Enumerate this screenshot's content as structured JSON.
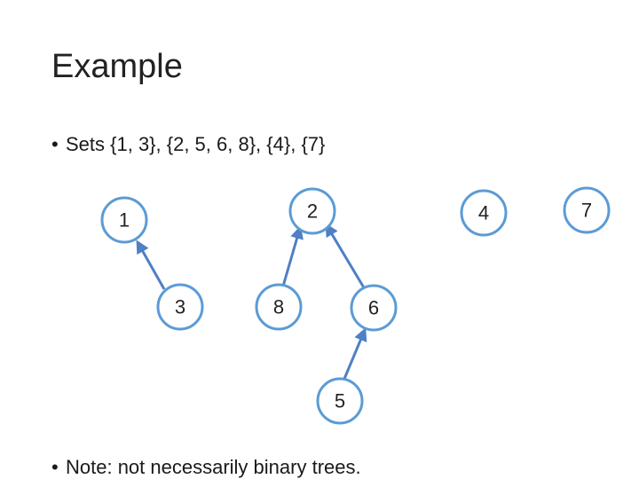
{
  "slide": {
    "title": "Example",
    "bullets": [
      {
        "marker": "•",
        "text": "Sets {1, 3}, {2, 5, 6, 8}, {4}, {7}"
      },
      {
        "marker": "•",
        "text": "Note: not necessarily binary trees."
      }
    ]
  },
  "forest": {
    "node_colors": {
      "stroke": "#5b9bd5",
      "edge": "#4f7fc4"
    },
    "nodes": [
      {
        "id": "n1",
        "label": "1"
      },
      {
        "id": "n2",
        "label": "2"
      },
      {
        "id": "n3",
        "label": "3"
      },
      {
        "id": "n4",
        "label": "4"
      },
      {
        "id": "n5",
        "label": "5"
      },
      {
        "id": "n6",
        "label": "6"
      },
      {
        "id": "n7",
        "label": "7"
      },
      {
        "id": "n8",
        "label": "8"
      }
    ],
    "edges": [
      {
        "from": "n3",
        "to": "n1"
      },
      {
        "from": "n8",
        "to": "n2"
      },
      {
        "from": "n6",
        "to": "n2"
      },
      {
        "from": "n5",
        "to": "n6"
      }
    ]
  }
}
